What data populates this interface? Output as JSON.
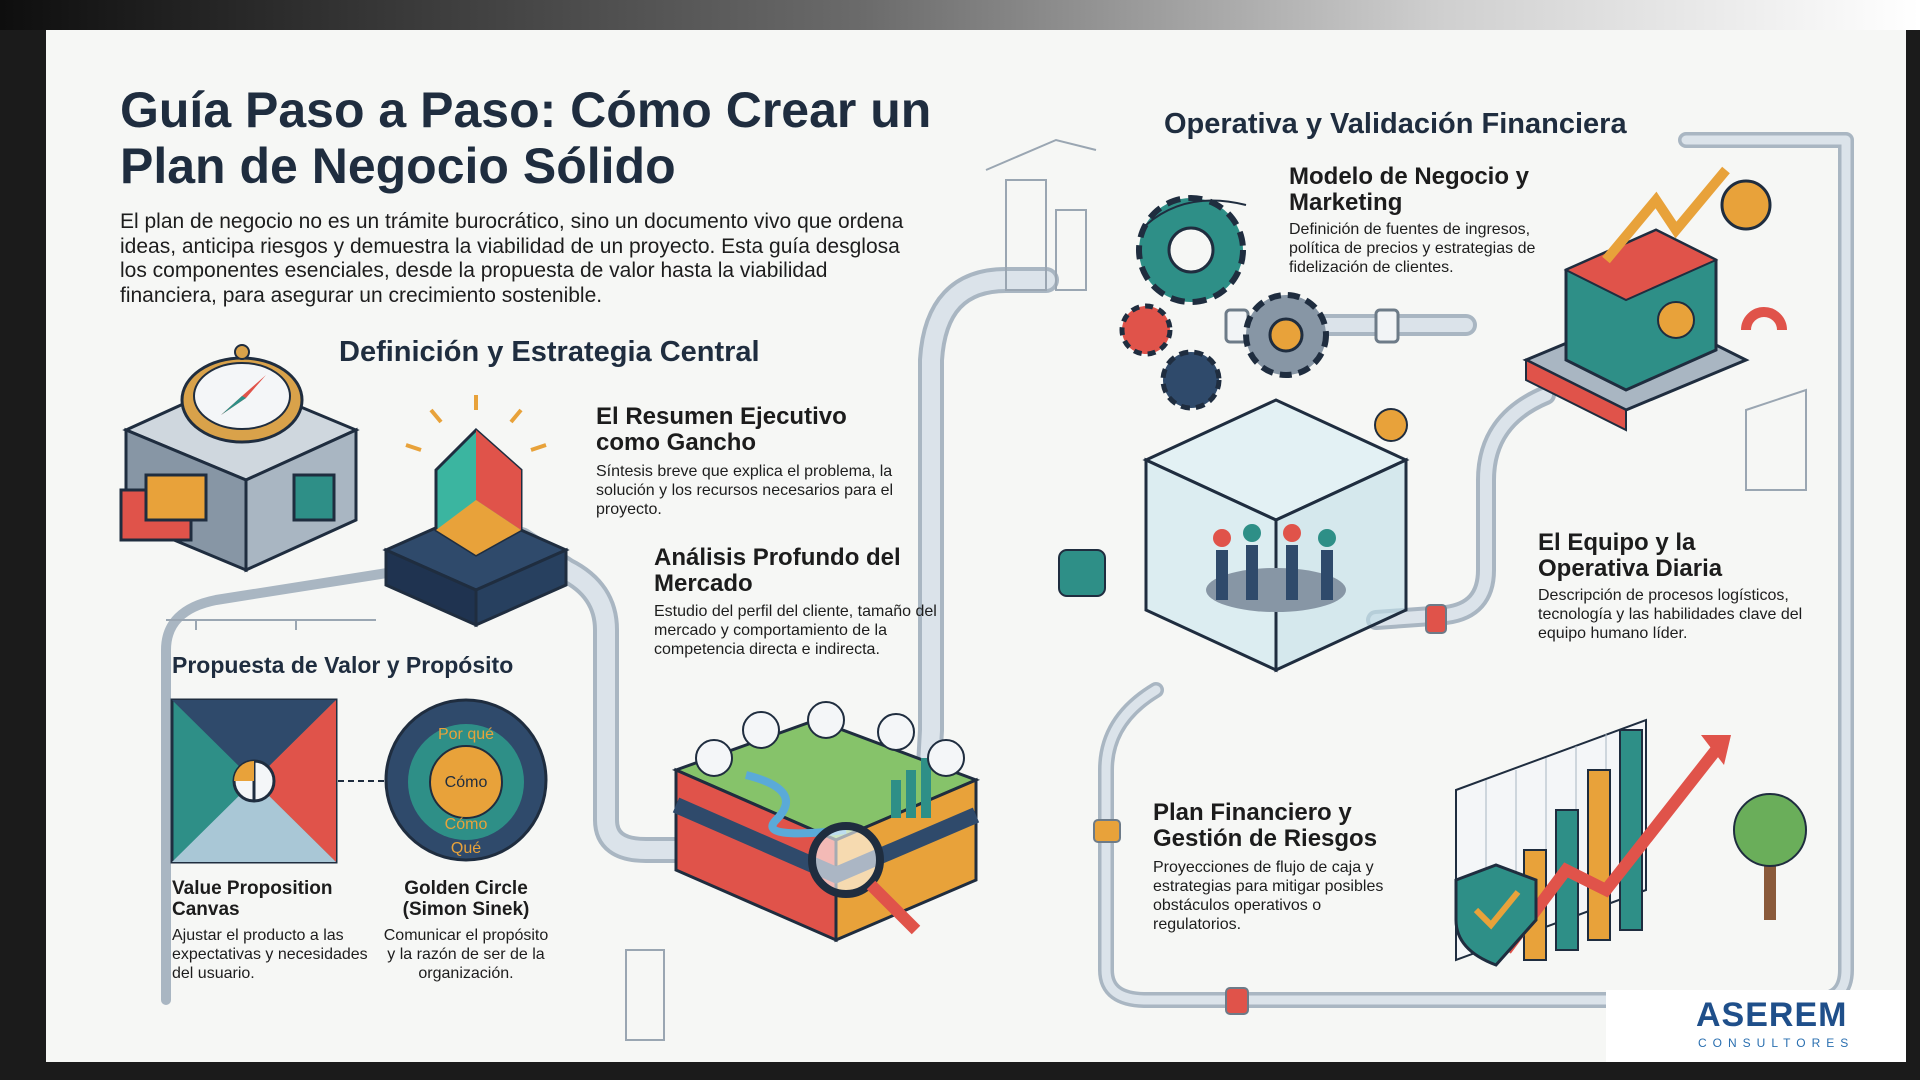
{
  "title": "Guía Paso a Paso: Cómo Crear un Plan de Negocio Sólido",
  "intro": "El plan de negocio no es un trámite burocrático, sino un documento vivo que ordena ideas, anticipa riesgos y demuestra la viabilidad de un proyecto. Esta guía desglosa los componentes esenciales, desde la propuesta de valor hasta la viabilidad financiera, para asegurar un crecimiento sostenible.",
  "sections": {
    "left": "Definición y Estrategia Central",
    "right": "Operativa y Validación Financiera",
    "value": "Propuesta de Valor y Propósito"
  },
  "steps": {
    "executive": {
      "title": "El Resumen Ejecutivo como Gancho",
      "desc": "Síntesis breve que explica el problema, la solución y los recursos necesarios para el proyecto."
    },
    "market": {
      "title": "Análisis Profundo del Mercado",
      "desc": "Estudio del perfil del cliente, tamaño del mercado y comportamiento de la competencia directa e indirecta."
    },
    "business_model": {
      "title": "Modelo de Negocio y Marketing",
      "desc": "Definición de fuentes de ingresos, política de precios y estrategias de fidelización de clientes."
    },
    "team": {
      "title": "El Equipo y la Operativa Diaria",
      "desc": "Descripción de procesos logísticos, tecnología y las habilidades clave del equipo humano líder."
    },
    "financial": {
      "title": "Plan Financiero y Gestión de Riesgos",
      "desc": "Proyecciones de flujo de caja y estrategias para mitigar posibles obstáculos operativos o regulatorios."
    }
  },
  "value_canvas": {
    "title": "Value Proposition Canvas",
    "desc": "Ajustar el producto a las expectativas y necesidades del usuario."
  },
  "golden_circle": {
    "title": "Golden Circle (Simon Sinek)",
    "desc": "Comunicar el propósito y la razón de ser de la organización.",
    "why": "Por qué",
    "how": "Cómo",
    "what": "Qué"
  },
  "logo": {
    "name": "ASEREM",
    "sub": "CONSULTORES"
  },
  "colors": {
    "navy": "#1f2d3f",
    "teal": "#2e8f87",
    "orange": "#e8a23a",
    "red": "#e0534a",
    "pipe": "#c9d3dc"
  }
}
